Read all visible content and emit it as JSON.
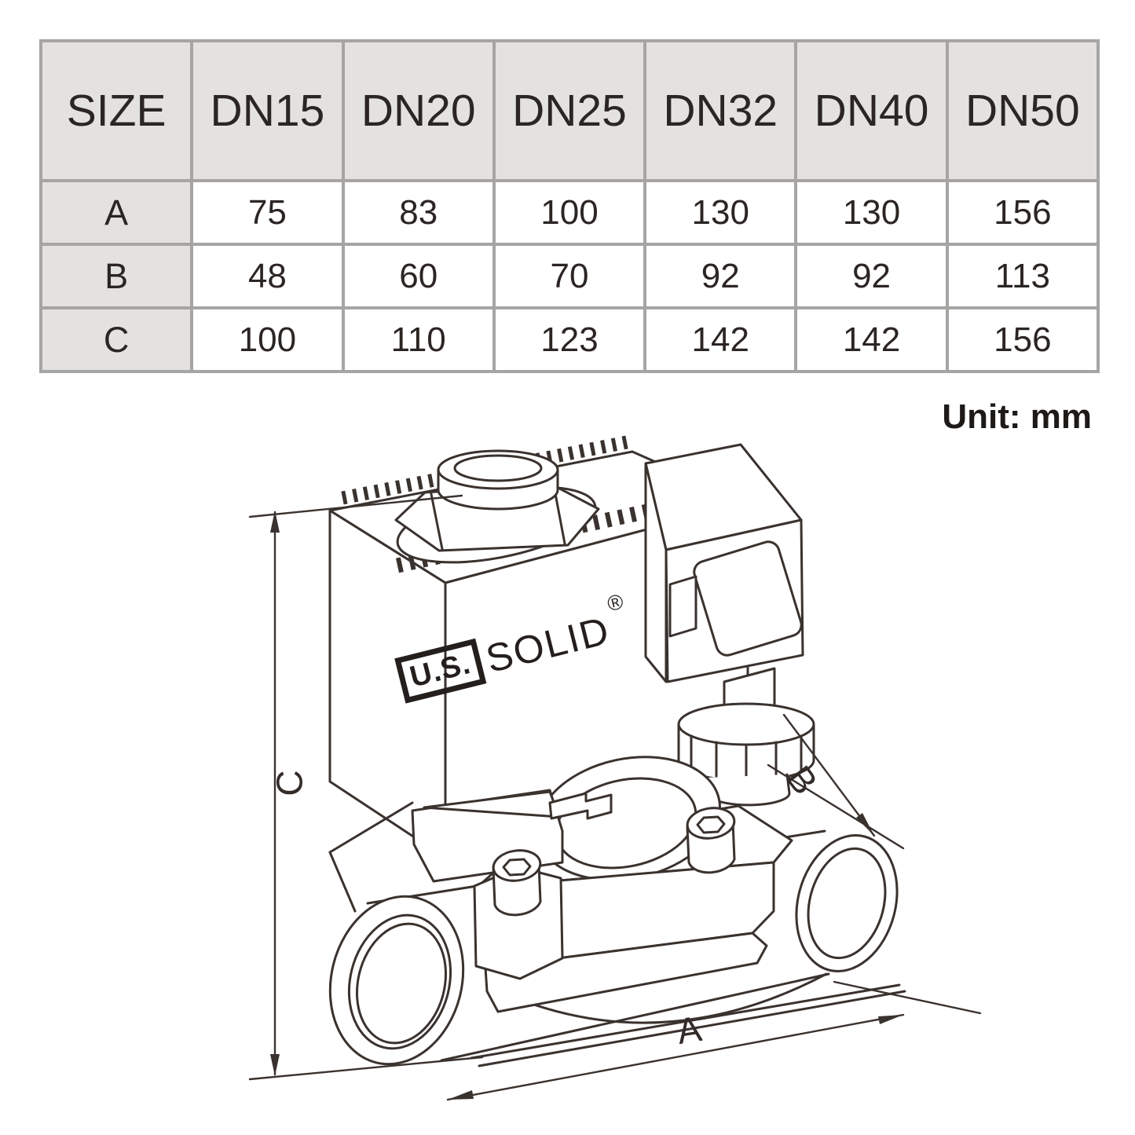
{
  "table": {
    "header": [
      "SIZE",
      "DN15",
      "DN20",
      "DN25",
      "DN32",
      "DN40",
      "DN50"
    ],
    "rows": [
      {
        "label": "A",
        "values": [
          "75",
          "83",
          "100",
          "130",
          "130",
          "156"
        ]
      },
      {
        "label": "B",
        "values": [
          "48",
          "60",
          "70",
          "92",
          "92",
          "113"
        ]
      },
      {
        "label": "C",
        "values": [
          "100",
          "110",
          "123",
          "142",
          "142",
          "156"
        ]
      }
    ],
    "unit_note": "Unit: mm",
    "colors": {
      "header_bg": "#e3e2e1",
      "border": "#a6a5a4",
      "text": "#2b2523"
    }
  },
  "diagram": {
    "description": "isometric line drawing of a solenoid valve with dimension arrows",
    "brand": {
      "us": "U.S.",
      "solid": "SOLID",
      "registered": "®"
    },
    "dimension_labels": {
      "a": "A",
      "b": "B",
      "c": "C"
    },
    "colors": {
      "line": "#3a322e"
    }
  }
}
